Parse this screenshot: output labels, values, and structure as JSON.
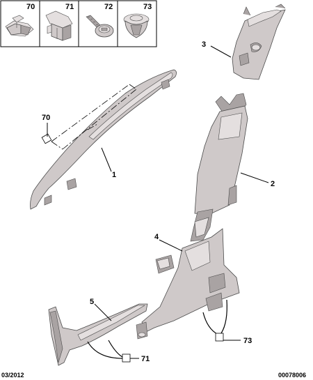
{
  "fastener_table": {
    "items": [
      {
        "ref": "70",
        "icon": "clip-70-icon"
      },
      {
        "ref": "71",
        "icon": "clip-71-icon"
      },
      {
        "ref": "72",
        "icon": "screw-72-icon"
      },
      {
        "ref": "73",
        "icon": "push-clip-73-icon"
      }
    ]
  },
  "callouts": {
    "part_1": "1",
    "part_2": "2",
    "part_3": "3",
    "part_4": "4",
    "part_5": "5",
    "clip_70": "70",
    "clip_71": "71",
    "clip_73": "73"
  },
  "footer": {
    "date": "03/2012",
    "doc_number": "00078006"
  }
}
